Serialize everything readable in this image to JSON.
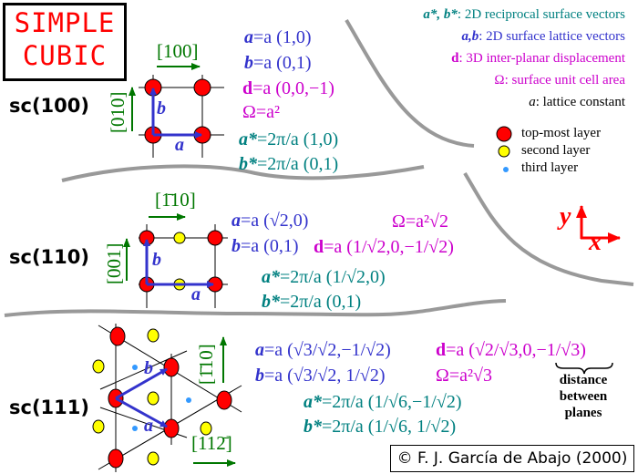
{
  "title": {
    "line1": "SIMPLE",
    "line2": "CUBIC"
  },
  "legend": {
    "items": [
      {
        "sym": "a*, b*",
        "text": ": 2D reciprocal surface vectors"
      },
      {
        "sym": "a,b",
        "text": ": 2D surface lattice vectors"
      },
      {
        "sym": "d",
        "text": ": 3D inter-planar displacement"
      },
      {
        "sym": "Ω",
        "text": ": surface unit cell area"
      },
      {
        "sym": "a",
        "text": ": lattice constant"
      }
    ],
    "layers": [
      "top-most layer",
      "second layer",
      "third layer"
    ]
  },
  "axes": {
    "x": "x",
    "y": "y"
  },
  "colors": {
    "red": "#ff0000",
    "yellow": "#ffff00",
    "blue_dot": "#3399ff",
    "vector": "#3333cc",
    "green": "#007700",
    "gray": "#999999"
  },
  "sc100": {
    "label": "sc(100)",
    "dir_h": "[100]",
    "dir_v": "[010]",
    "vec_a": "a",
    "vec_b": "b",
    "eqs": [
      {
        "l": "a",
        "r": "=a (1,0)"
      },
      {
        "l": "b",
        "r": "=a (0,1)"
      },
      {
        "l": "d",
        "r": "=a (0,0,−1)"
      },
      {
        "l": "Ω",
        "r": "=a²"
      },
      {
        "l": "a*",
        "r": "=2π/a (1,0)"
      },
      {
        "l": "b*",
        "r": "=2π/a (0,1)"
      }
    ]
  },
  "sc110": {
    "label": "sc(110)",
    "dir_h": "[1̄10]",
    "dir_v": "[001]",
    "vec_a": "a",
    "vec_b": "b",
    "eqs": [
      {
        "l": "a",
        "r": "=a (√2,0)"
      },
      {
        "l": "b",
        "r": "=a (0,1)"
      },
      {
        "l": "Ω",
        "r": "=a²√2"
      },
      {
        "l": "d",
        "r": "=a (1/√2,0,−1/√2)"
      },
      {
        "l": "a*",
        "r": "=2π/a (1/√2,0)"
      },
      {
        "l": "b*",
        "r": "=2π/a (0,1)"
      }
    ]
  },
  "sc111": {
    "label": "sc(111)",
    "dir_h": "[112̄]",
    "dir_v": "[1̄10]",
    "vec_a": "a",
    "vec_b": "b",
    "eqs": [
      {
        "l": "a",
        "r": "=a (√3/√2,−1/√2)"
      },
      {
        "l": "b",
        "r": "=a (√3/√2, 1/√2)"
      },
      {
        "l": "d",
        "r": "=a (√2/√3,0,−1/√3)"
      },
      {
        "l": "Ω",
        "r": "=a²√3"
      },
      {
        "l": "a*",
        "r": "=2π/a (1/√6,−1/√2)"
      },
      {
        "l": "b*",
        "r": "=2π/a (1/√6, 1/√2)"
      }
    ],
    "note": [
      "distance",
      "between",
      "planes"
    ]
  },
  "copyright": "© F. J. García de Abajo (2000)"
}
